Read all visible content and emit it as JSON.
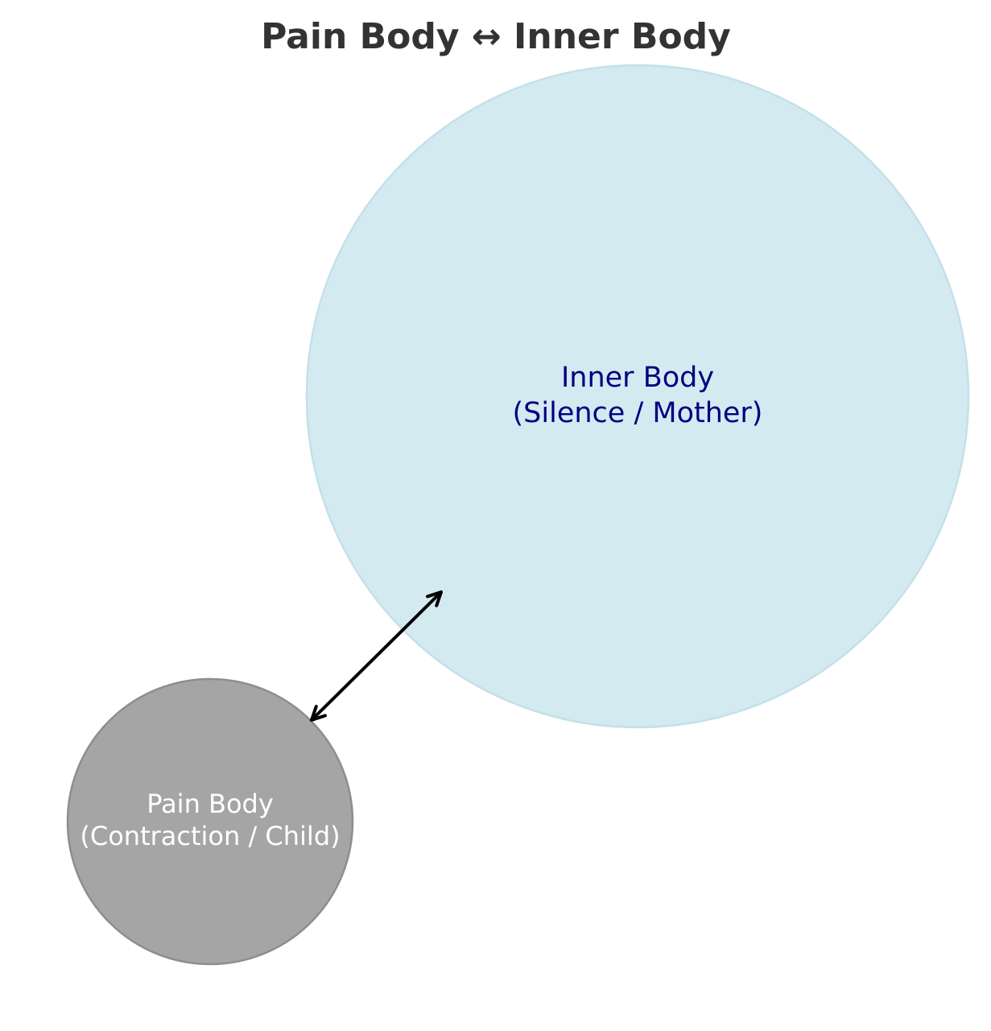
{
  "title": "Pain Body ↔ Inner Body",
  "colors": {
    "title": "#333333",
    "inner_body_fill": "#d4eaf1",
    "inner_body_stroke": "#c4e0ea",
    "inner_body_text": "#000080",
    "pain_body_fill": "#a5a5a5",
    "pain_body_stroke": "#8e8e8e",
    "pain_body_text": "#ffffff",
    "arrow": "#000000"
  },
  "nodes": {
    "inner_body": {
      "line1": "Inner Body",
      "line2": "(Silence / Mother)"
    },
    "pain_body": {
      "line1": "Pain Body",
      "line2": "(Contraction / Child)"
    }
  },
  "edges": [
    {
      "from": "pain_body",
      "to": "inner_body",
      "type": "bidirectional-arrow"
    }
  ]
}
